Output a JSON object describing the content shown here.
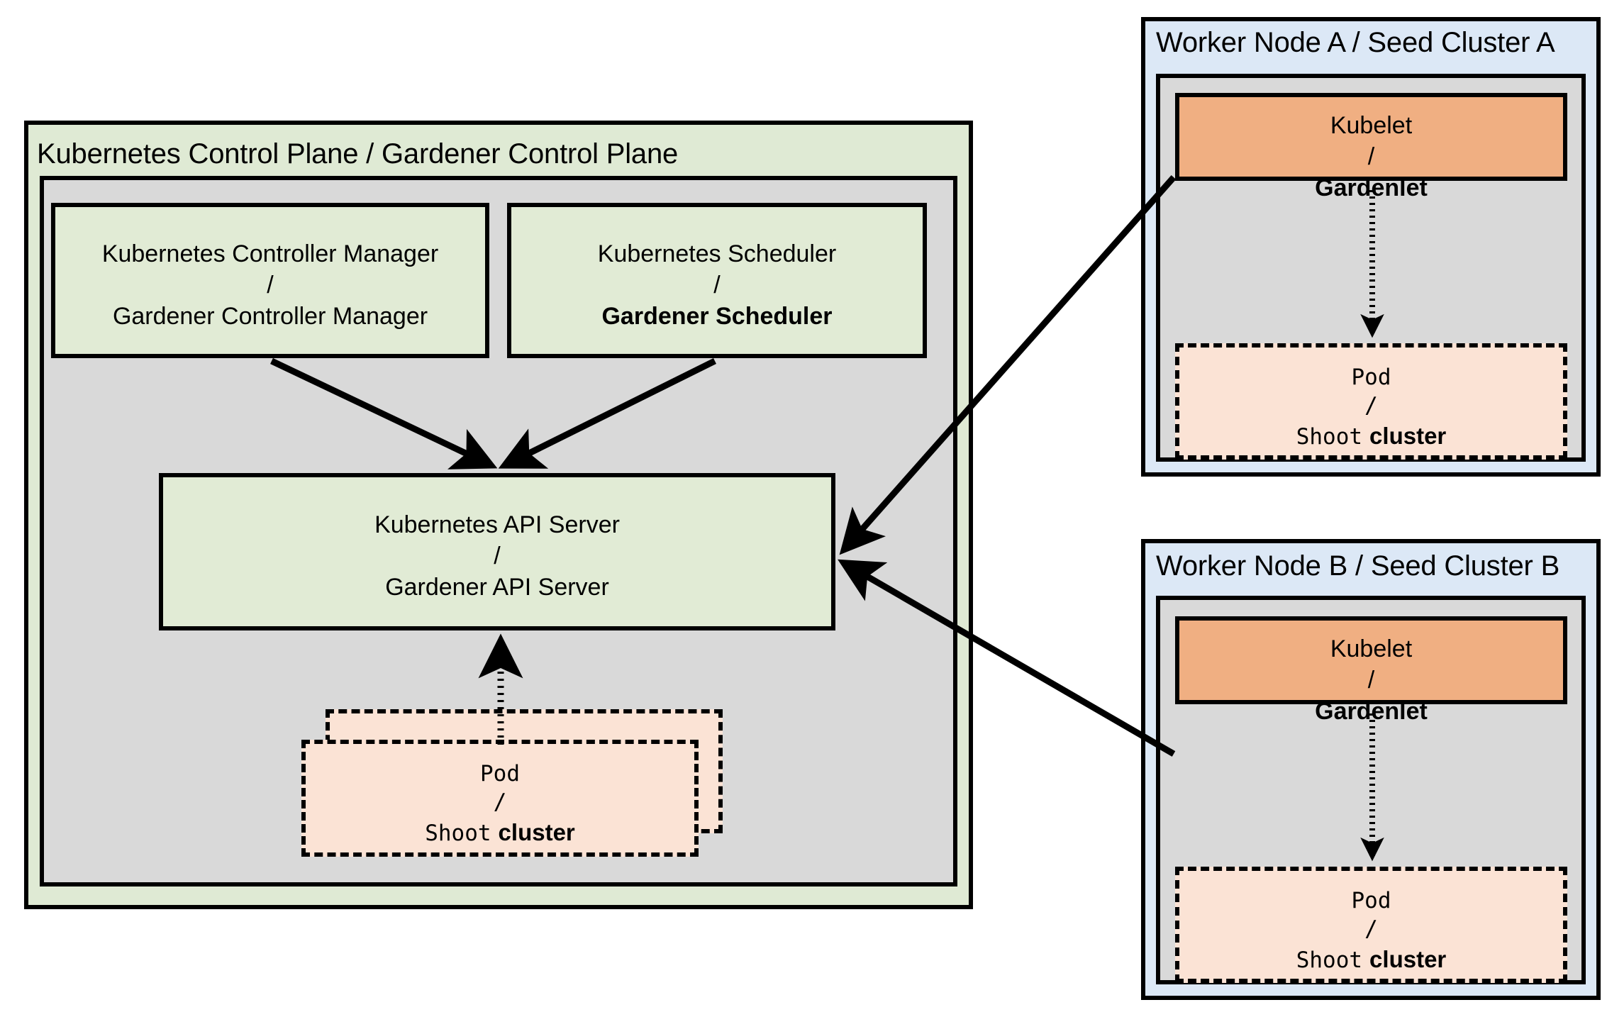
{
  "diagram": {
    "title_hidden": "",
    "colors": {
      "control_plane_frame": "#DFEAD4",
      "inner_gray": "#D9D9D9",
      "component_green": "#E1EBD5",
      "node_blue": "#DCE8F6",
      "kubelet_orange": "#F0AF82",
      "pod_peach": "#FBE3D5",
      "stroke": "#000000"
    }
  },
  "control_plane": {
    "title": "Kubernetes Control Plane / Gardener Control Plane",
    "controller_manager": {
      "line1": "Kubernetes Controller Manager",
      "separator": "/",
      "line2": "Gardener Controller Manager"
    },
    "scheduler": {
      "line1": "Kubernetes Scheduler",
      "separator": "/",
      "line2": "Gardener Scheduler"
    },
    "api_server": {
      "line1": "Kubernetes API Server",
      "separator": "/",
      "line2": "Gardener API Server"
    },
    "pod": {
      "line1": "Pod",
      "separator": "/",
      "line2_mono": "Shoot",
      "line2_bold": "cluster"
    }
  },
  "worker_node_a": {
    "title": "Worker Node A / Seed Cluster A",
    "kubelet": {
      "line1": "Kubelet",
      "separator": "/",
      "line2": "Gardenlet"
    },
    "pod": {
      "line1": "Pod",
      "separator": "/",
      "line2_mono": "Shoot",
      "line2_bold": "cluster"
    }
  },
  "worker_node_b": {
    "title": "Worker Node B / Seed Cluster B",
    "kubelet": {
      "line1": "Kubelet",
      "separator": "/",
      "line2": "Gardenlet"
    },
    "pod": {
      "line1": "Pod",
      "separator": "/",
      "line2_mono": "Shoot",
      "line2_bold": "cluster"
    }
  },
  "connections": [
    {
      "name": "controller-manager-to-api-server",
      "style": "solid"
    },
    {
      "name": "scheduler-to-api-server",
      "style": "solid"
    },
    {
      "name": "pod-to-api-server",
      "style": "dotted"
    },
    {
      "name": "gardenlet-a-to-api-server",
      "style": "solid"
    },
    {
      "name": "gardenlet-b-to-api-server",
      "style": "solid"
    },
    {
      "name": "gardenlet-a-to-pod-a",
      "style": "dotted"
    },
    {
      "name": "gardenlet-b-to-pod-b",
      "style": "dotted"
    }
  ]
}
